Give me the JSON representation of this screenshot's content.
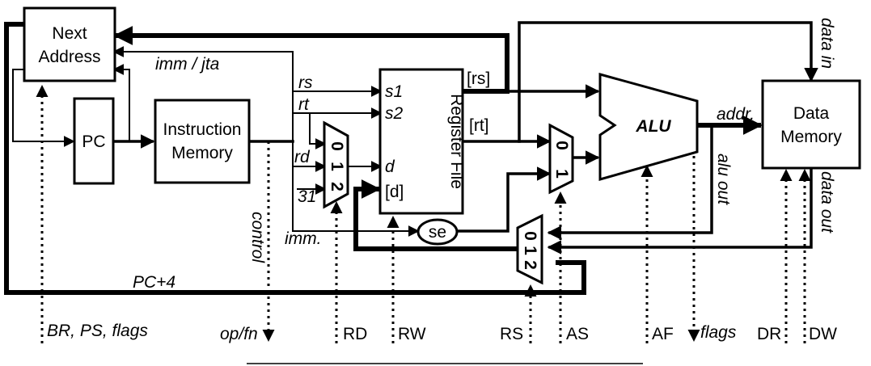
{
  "blocks": {
    "next_address": [
      "Next",
      "Address"
    ],
    "pc": "PC",
    "instruction_memory": [
      "Instruction",
      "Memory"
    ],
    "register_file": "Register File",
    "alu": "ALU",
    "data_memory": [
      "Data",
      "Memory"
    ],
    "sign_extend": "se"
  },
  "mux_inputs": {
    "rd_mux": [
      "0",
      "1",
      "2"
    ],
    "alu_mux": [
      "0",
      "1"
    ],
    "result_mux": [
      "0",
      "1",
      "2"
    ]
  },
  "register_ports": {
    "s1": "s1",
    "s2": "s2",
    "d": "d",
    "d_data": "[d]",
    "rs_out": "[rs]",
    "rt_out": "[rt]"
  },
  "signals": {
    "imm_jta": "imm / jta",
    "rs": "rs",
    "rt": "rt",
    "rd": "rd",
    "thirty_one": "31",
    "imm": "imm.",
    "control": "control",
    "pc_plus_4": "PC+4",
    "addr": "addr.",
    "alu_out": "alu out",
    "data_in": "data in",
    "data_out": "data out"
  },
  "control_signals": {
    "br_ps_flags": "BR, PS, flags",
    "op_fn": "op/fn",
    "rd": "RD",
    "rw": "RW",
    "rs": "RS",
    "as": "AS",
    "af": "AF",
    "flags": "flags",
    "dr": "DR",
    "dw": "DW"
  }
}
